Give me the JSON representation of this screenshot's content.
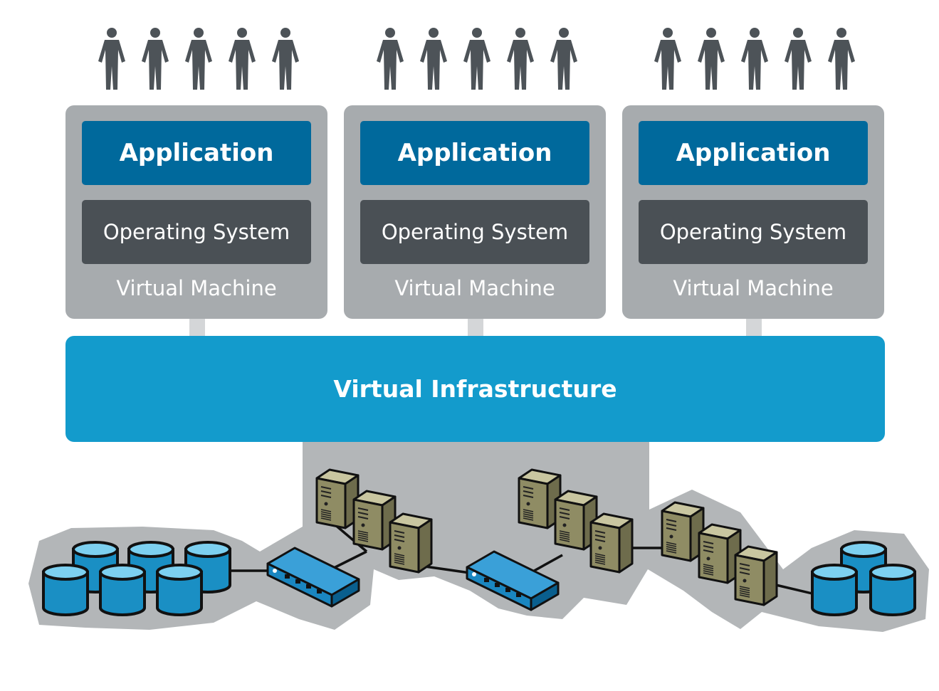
{
  "diagram": {
    "virtual_machines": [
      {
        "application": "Application",
        "operating_system": "Operating System",
        "label": "Virtual Machine"
      },
      {
        "application": "Application",
        "operating_system": "Operating System",
        "label": "Virtual Machine"
      },
      {
        "application": "Application",
        "operating_system": "Operating System",
        "label": "Virtual Machine"
      }
    ],
    "infrastructure": {
      "label": "Virtual Infrastructure"
    },
    "users_per_group": 5,
    "icons": [
      "person-icon",
      "server-icon",
      "network-switch-icon",
      "storage-disk-icon"
    ]
  },
  "colors": {
    "application": "#00699c",
    "operating_system": "#4a5055",
    "vm_frame": "#a7abae",
    "infrastructure": "#139bcc",
    "person": "#4d5358",
    "server": "#8f8c64",
    "disk": "#1a8fc4",
    "disk_top": "#7dd0f0",
    "halo": "#b3b6b8"
  }
}
